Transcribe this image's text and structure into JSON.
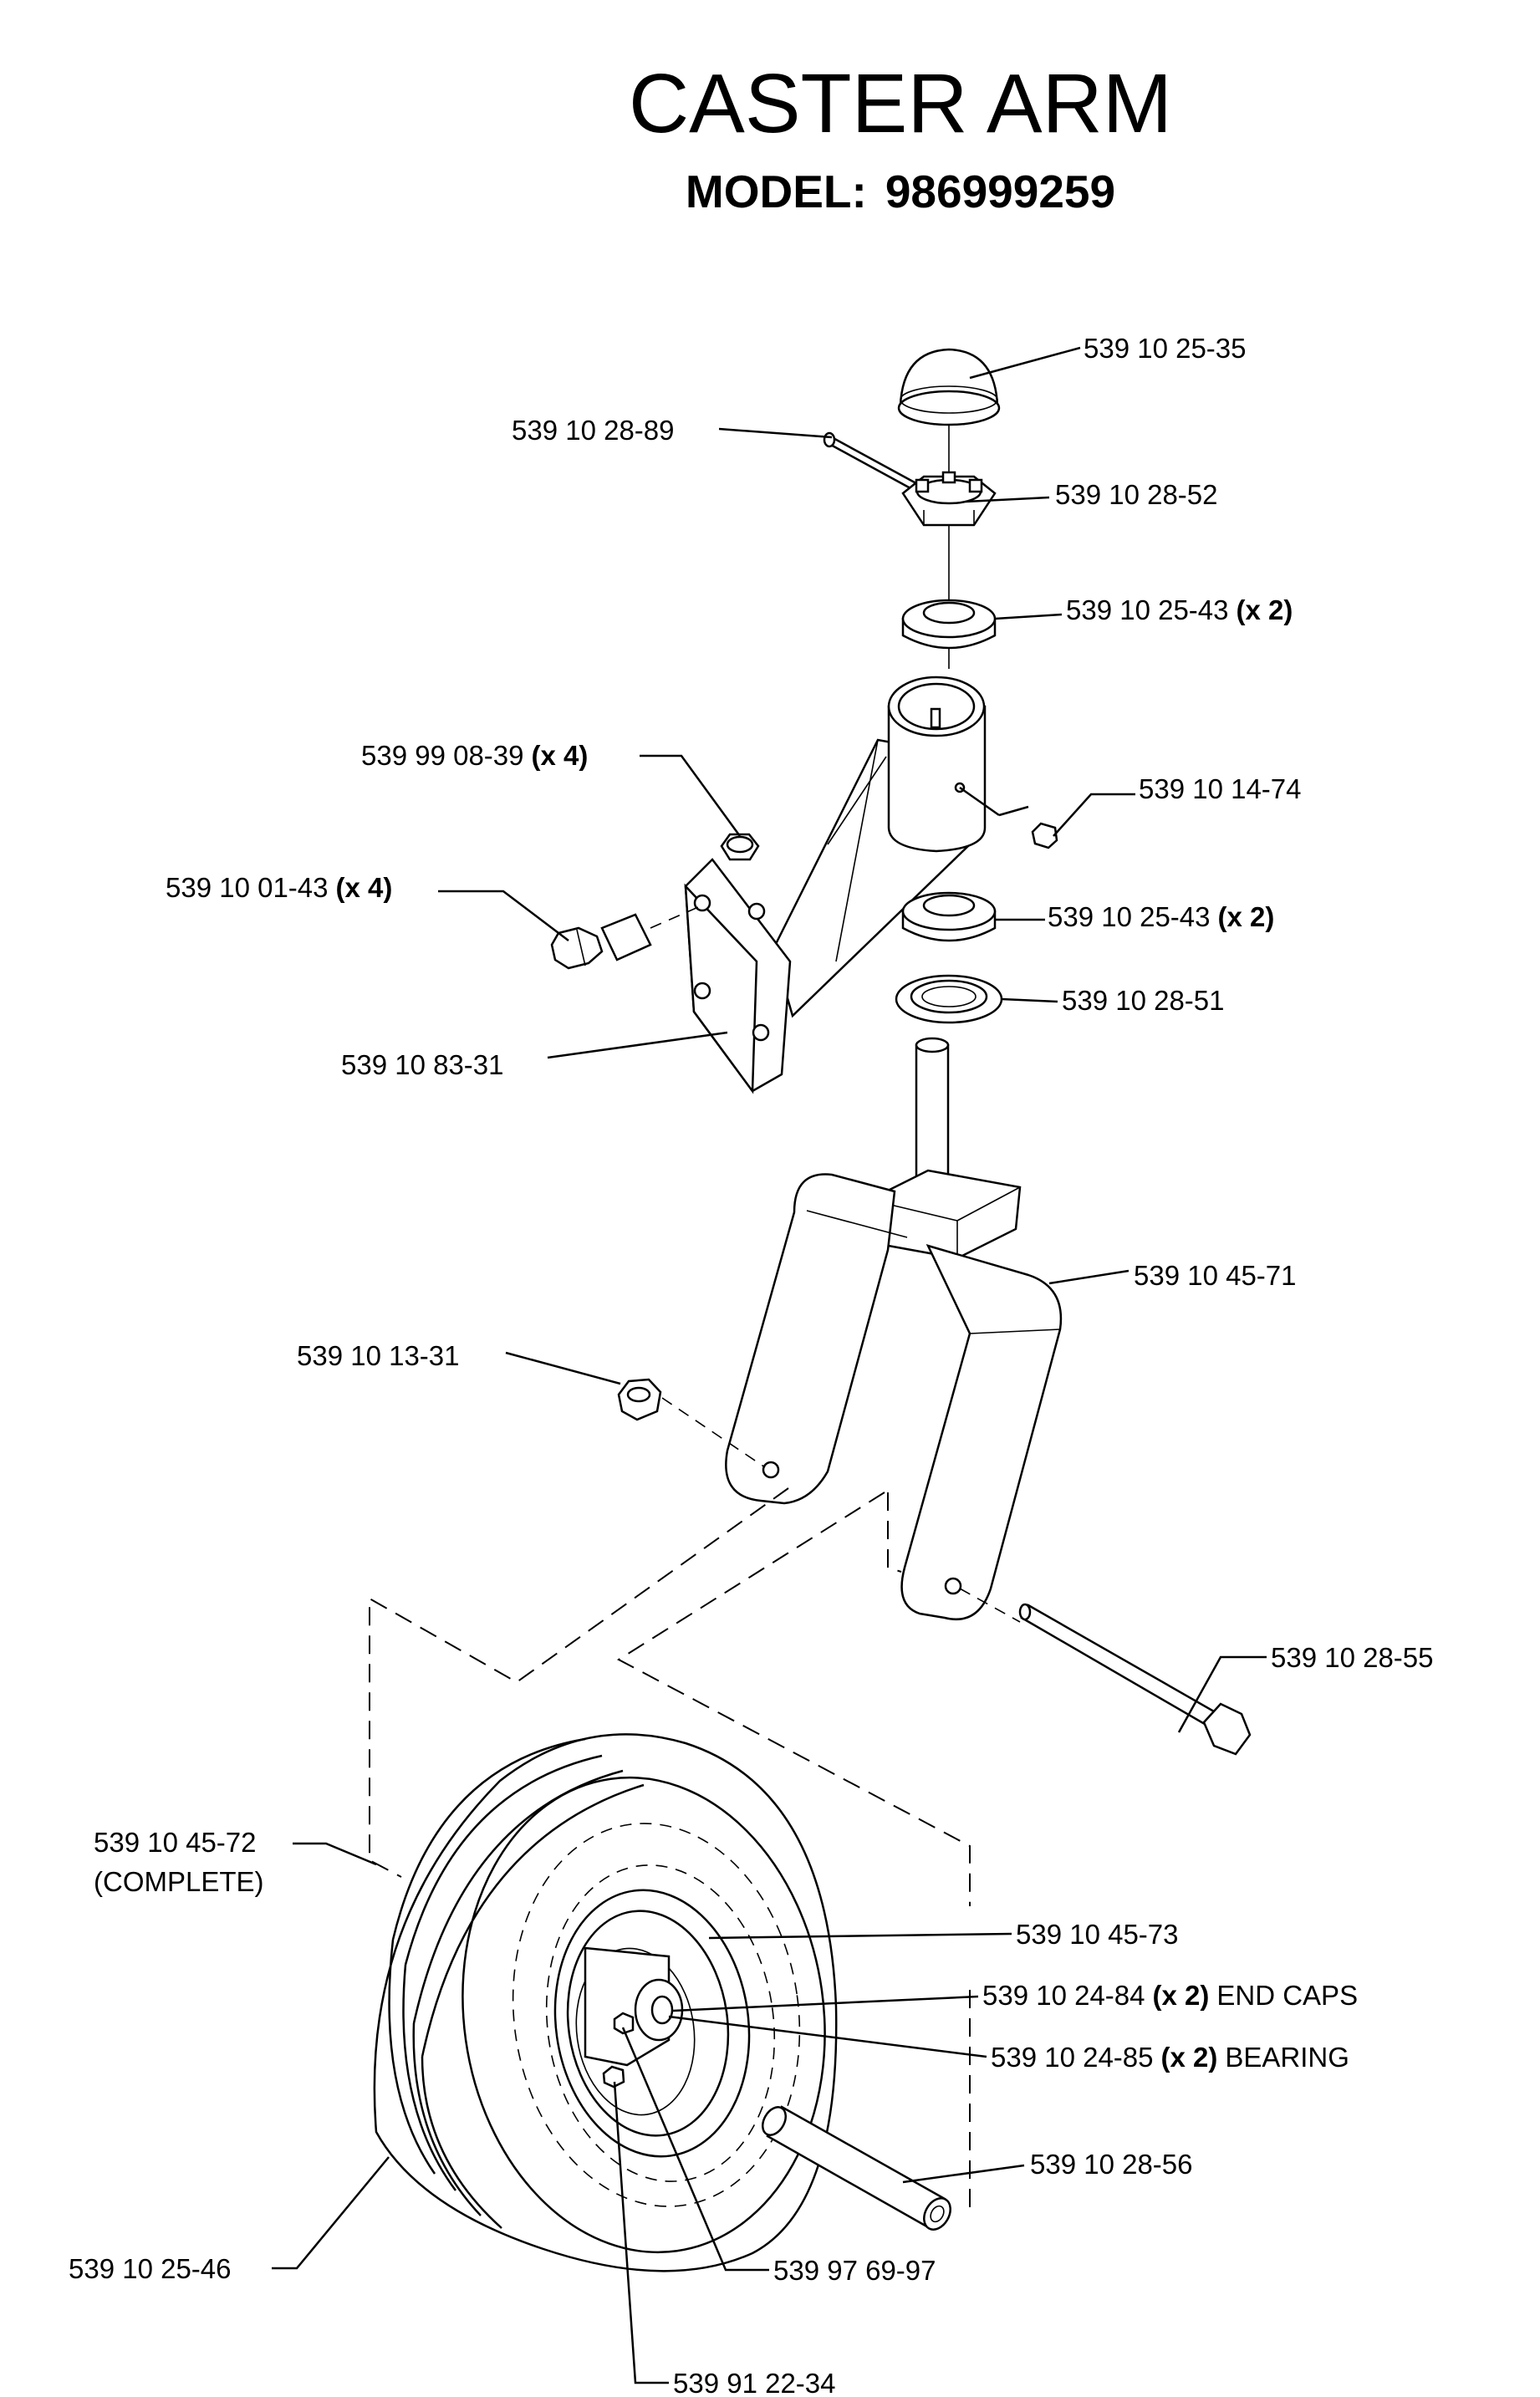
{
  "title": "CASTER ARM",
  "model": {
    "label": "MODEL:",
    "number": "986999259"
  },
  "parts": {
    "dust_cap": {
      "number": "539 10 25-35"
    },
    "cotter_pin": {
      "number": "539 10 28-89"
    },
    "castle_nut": {
      "number": "539 10 28-52"
    },
    "bearing_top": {
      "number": "539 10 25-43",
      "qty": "(x 2)"
    },
    "lock_nut_plate": {
      "number": "539 99 08-39",
      "qty": "(x 4)"
    },
    "grease_fitting": {
      "number": "539 10 14-74"
    },
    "plate_bolt": {
      "number": "539 10 01-43",
      "qty": "(x 4)"
    },
    "bearing_bottom": {
      "number": "539 10 25-43",
      "qty": "(x 2)"
    },
    "seal": {
      "number": "539 10 28-51"
    },
    "caster_arm": {
      "number": "539 10 83-31"
    },
    "fork": {
      "number": "539 10 45-71"
    },
    "axle_nut": {
      "number": "539 10 13-31"
    },
    "axle_bolt": {
      "number": "539 10 28-55"
    },
    "wheel_complete": {
      "number": "539 10 45-72",
      "note": "(COMPLETE)"
    },
    "rim": {
      "number": "539 10 45-73"
    },
    "end_caps": {
      "number": "539 10 24-84",
      "qty": "(x 2)",
      "note": "END CAPS"
    },
    "wheel_bearing": {
      "number": "539 10 24-85",
      "qty": "(x 2)",
      "note": "BEARING"
    },
    "spacer_tube": {
      "number": "539 10 28-56"
    },
    "tire": {
      "number": "539 10 25-46"
    },
    "valve_stem": {
      "number": "539 97 69-97"
    },
    "wheel_fitting": {
      "number": "539 91 22-34"
    }
  }
}
